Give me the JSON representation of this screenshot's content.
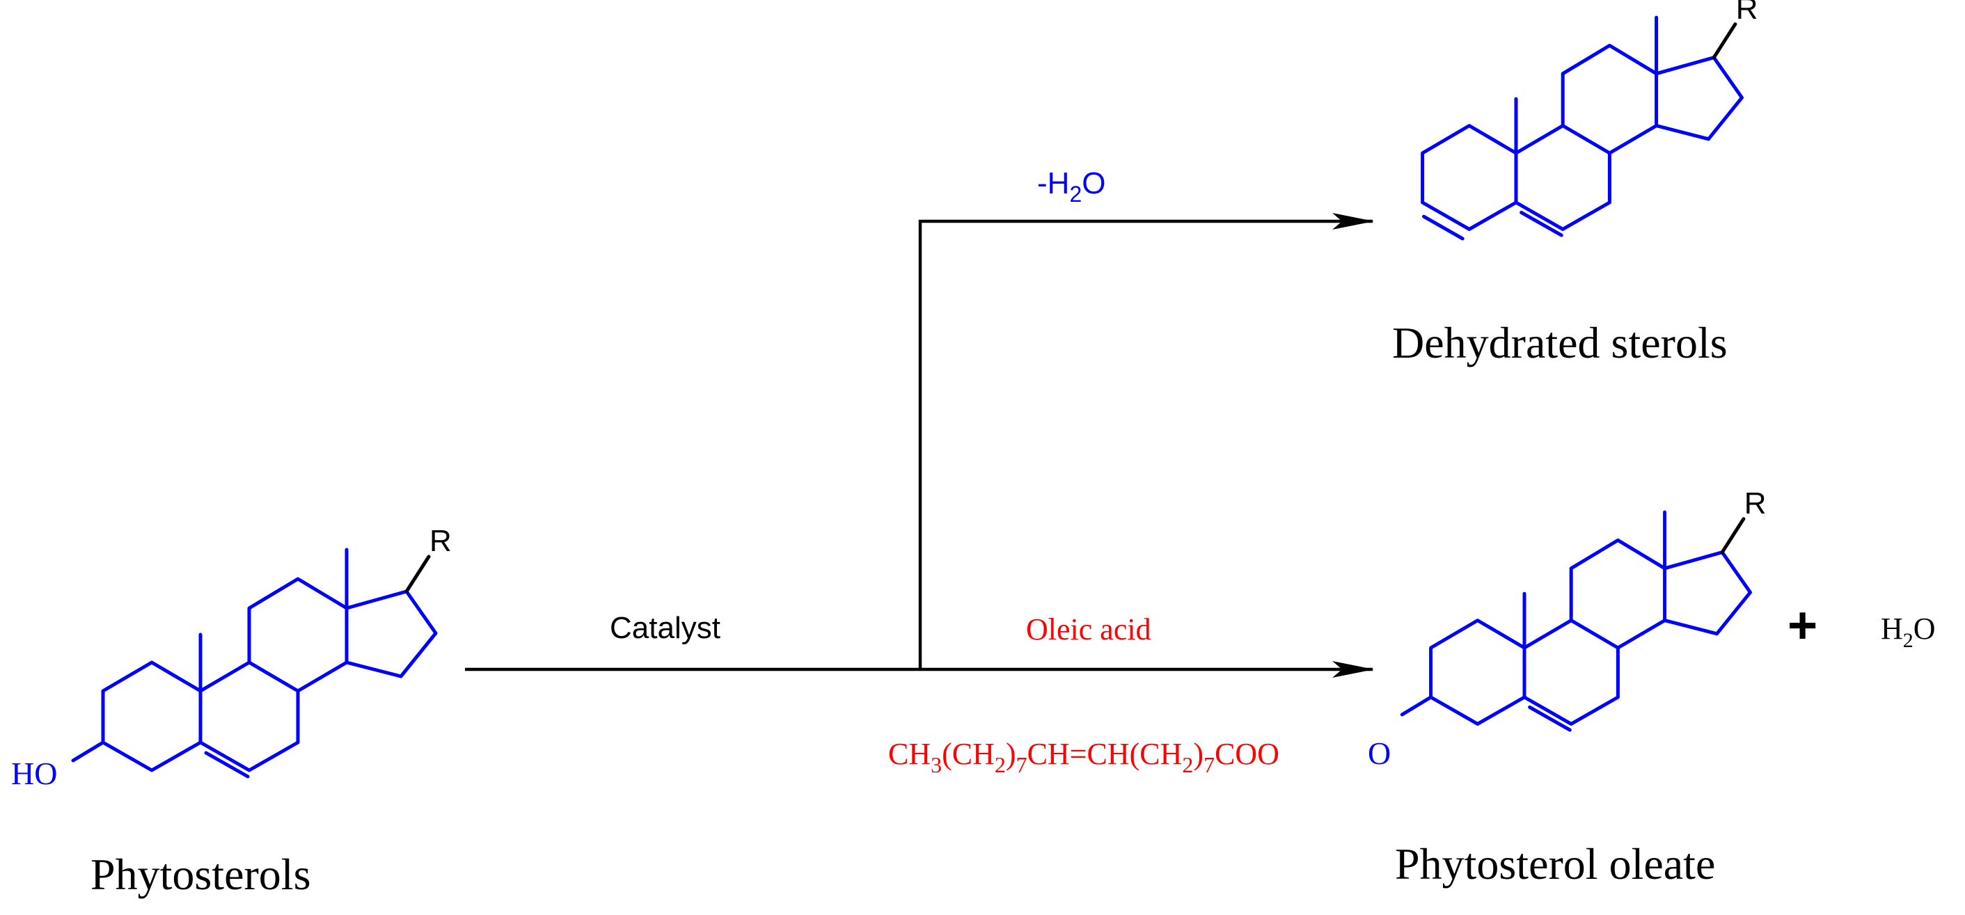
{
  "reactant": {
    "name": "Phytosterols",
    "substituent": "R",
    "hydroxyl": "HO"
  },
  "conditions": {
    "catalyst": "Catalyst",
    "oleic_acid": "Oleic acid",
    "dehydration": {
      "minus": "-H",
      "sub": "2",
      "tail": "O"
    }
  },
  "products": {
    "dehydrated": {
      "name": "Dehydrated sterols",
      "substituent": "R"
    },
    "ester": {
      "name": "Phytosterol oleate",
      "substituent": "R",
      "ester_chain": [
        {
          "t": "CH"
        },
        {
          "t": "3",
          "sub": true
        },
        {
          "t": "(CH"
        },
        {
          "t": "2",
          "sub": true
        },
        {
          "t": ")"
        },
        {
          "t": "7",
          "sub": true
        },
        {
          "t": "CH=CH(CH"
        },
        {
          "t": "2",
          "sub": true
        },
        {
          "t": ")"
        },
        {
          "t": "7",
          "sub": true
        },
        {
          "t": "COO"
        }
      ]
    },
    "plus": "+",
    "water": {
      "h": "H",
      "sub": "2",
      "o": "O"
    }
  },
  "colors": {
    "bond": "#0000ff",
    "ester": "#ff0000",
    "text": "#000000"
  }
}
